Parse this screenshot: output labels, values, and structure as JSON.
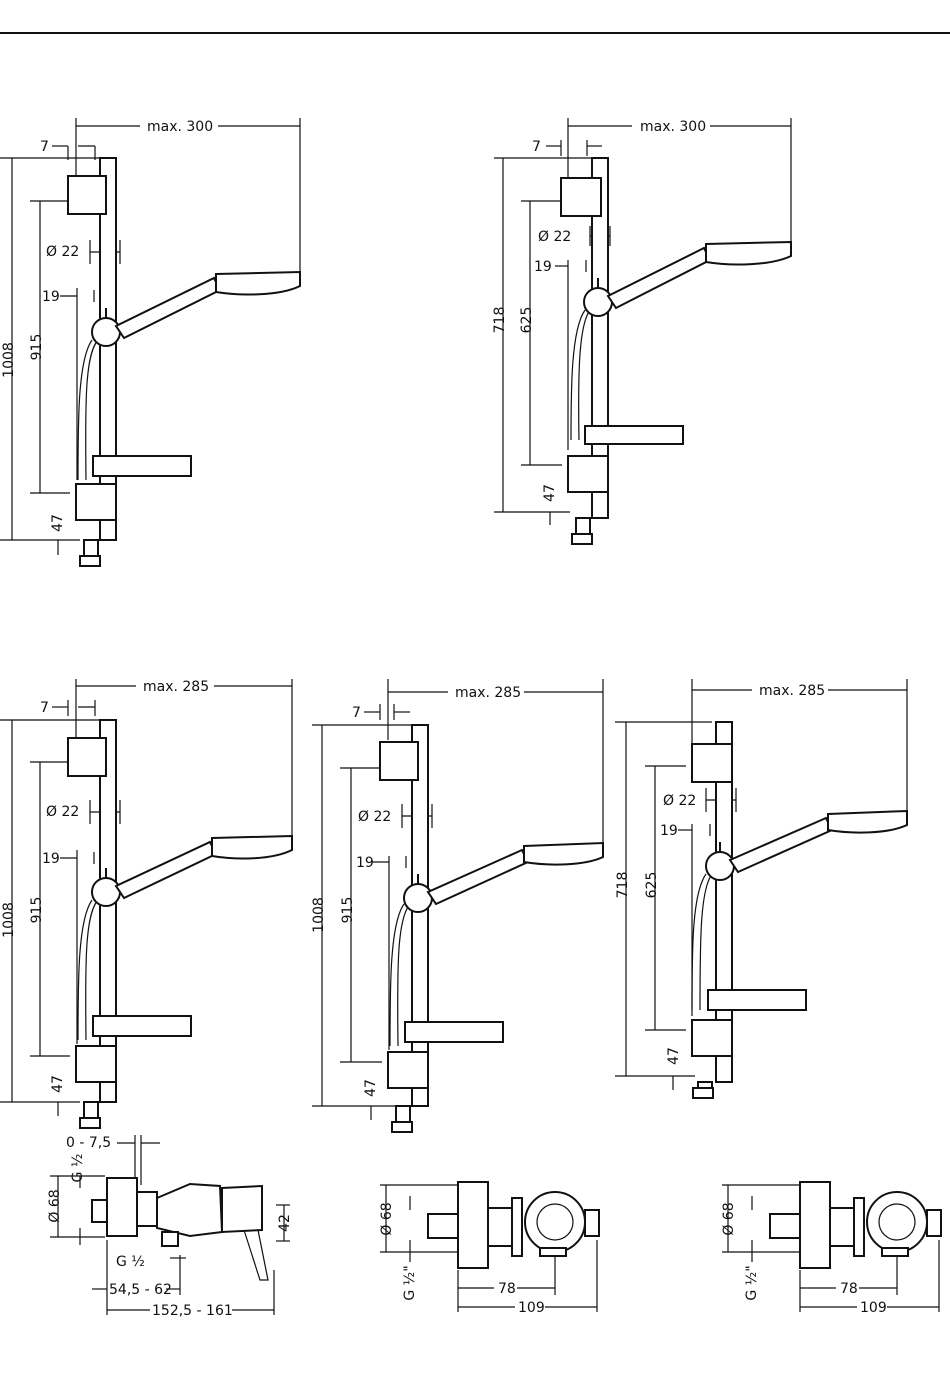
{
  "colors": {
    "ink": "#111111",
    "paper": "#ffffff"
  },
  "views": [
    {
      "max": "max. 300",
      "d7": "7",
      "d22": "Ø 22",
      "d19": "19",
      "h_total": "1008",
      "h_inner": "915",
      "h_bottom": "47"
    },
    {
      "max": "max. 300",
      "d7": "7",
      "d22": "Ø 22",
      "d19": "19",
      "h_total": "718",
      "h_inner": "625",
      "h_bottom": "47"
    },
    {
      "max": "max. 285",
      "d7": "7",
      "d22": "Ø 22",
      "d19": "19",
      "h_total": "1008",
      "h_inner": "915",
      "h_bottom": "47"
    },
    {
      "max": "max. 285",
      "d7": "7",
      "d22": "Ø 22",
      "d19": "19",
      "h_total": "1008",
      "h_inner": "915",
      "h_bottom": "47"
    },
    {
      "max": "max. 285",
      "d7": "",
      "d22": "Ø 22",
      "d19": "19",
      "h_total": "718",
      "h_inner": "625",
      "h_bottom": "47"
    }
  ],
  "mixer": {
    "offset": "0 - 7,5",
    "thread_top": "G ½",
    "diameter": "Ø 68",
    "thread_bottom": "G ½",
    "dim_a": "54,5 - 62",
    "dim_b": "152,5 - 161",
    "height": "42"
  },
  "valves": [
    {
      "diameter": "Ø 68",
      "thread": "G ½\"",
      "dim_a": "78",
      "dim_b": "109"
    },
    {
      "diameter": "Ø 68",
      "thread": "G ½\"",
      "dim_a": "78",
      "dim_b": "109"
    }
  ]
}
